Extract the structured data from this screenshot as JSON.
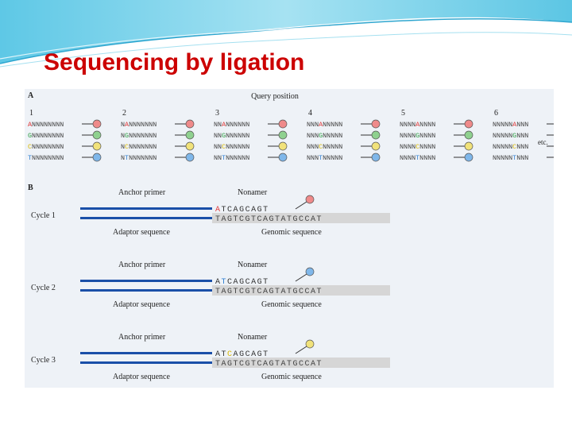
{
  "slide": {
    "title": "Sequencing by ligation"
  },
  "colors": {
    "title": "#cc0000",
    "red_probe": "#ef8a8a",
    "green_probe": "#8fd18f",
    "yellow_probe": "#f1e27a",
    "blue_probe": "#7fb7ea",
    "anchor": "#1a4fa8",
    "genomic_bg": "#d6d6d6"
  },
  "panel_a": {
    "label": "A",
    "axis_title": "Query position",
    "positions": [
      "1",
      "2",
      "3",
      "4",
      "5",
      "6"
    ],
    "etc": "etc.",
    "rows": [
      {
        "color": "red",
        "probes": [
          "ANNNNNNNN",
          "NANNNNNNN",
          "NNANNNNNN",
          "NNNANNNNN",
          "NNNNANNNN",
          "NNNNNANNN"
        ]
      },
      {
        "color": "green",
        "probes": [
          "GNNNNNNNN",
          "NGNNNNNNN",
          "NNGNNNNNN",
          "NNNGNNNNN",
          "NNNNGNNNN",
          "NNNNNGNNN"
        ]
      },
      {
        "color": "yellow",
        "probes": [
          "CNNNNNNNN",
          "NCNNNNNNN",
          "NNCNNNNNN",
          "NNNCNNNNN",
          "NNNNCNNNN",
          "NNNNNCNNN"
        ]
      },
      {
        "color": "blue",
        "probes": [
          "TNNNNNNNN",
          "NTNNNNNNN",
          "NNTNNNNNN",
          "NNNTNNNNN",
          "NNNNTNNNN",
          "NNNNNTNNN"
        ]
      }
    ]
  },
  "panel_b": {
    "label": "B",
    "cycles": [
      {
        "label": "Cycle 1",
        "anchor_label": "Anchor primer",
        "nonamer_label": "Nonamer",
        "nonamer_seq": "ATCAGCAGT",
        "genomic_seq": "TAGTCGTCAGTATGCCAT",
        "adaptor_label": "Adaptor sequence",
        "genomic_label": "Genomic sequence",
        "probe_color": "red"
      },
      {
        "label": "Cycle 2",
        "anchor_label": "Anchor primer",
        "nonamer_label": "Nonamer",
        "nonamer_seq": "ATCAGCAGT",
        "genomic_seq": "TAGTCGTCAGTATGCCAT",
        "adaptor_label": "Adaptor sequence",
        "genomic_label": "Genomic sequence",
        "probe_color": "blue"
      },
      {
        "label": "Cycle 3",
        "anchor_label": "Anchor primer",
        "nonamer_label": "Nonamer",
        "nonamer_seq": "ATCAGCAGT",
        "genomic_seq": "TAGTCGTCAGTATGCCAT",
        "adaptor_label": "Adaptor sequence",
        "genomic_label": "Genomic sequence",
        "probe_color": "yellow"
      }
    ]
  }
}
